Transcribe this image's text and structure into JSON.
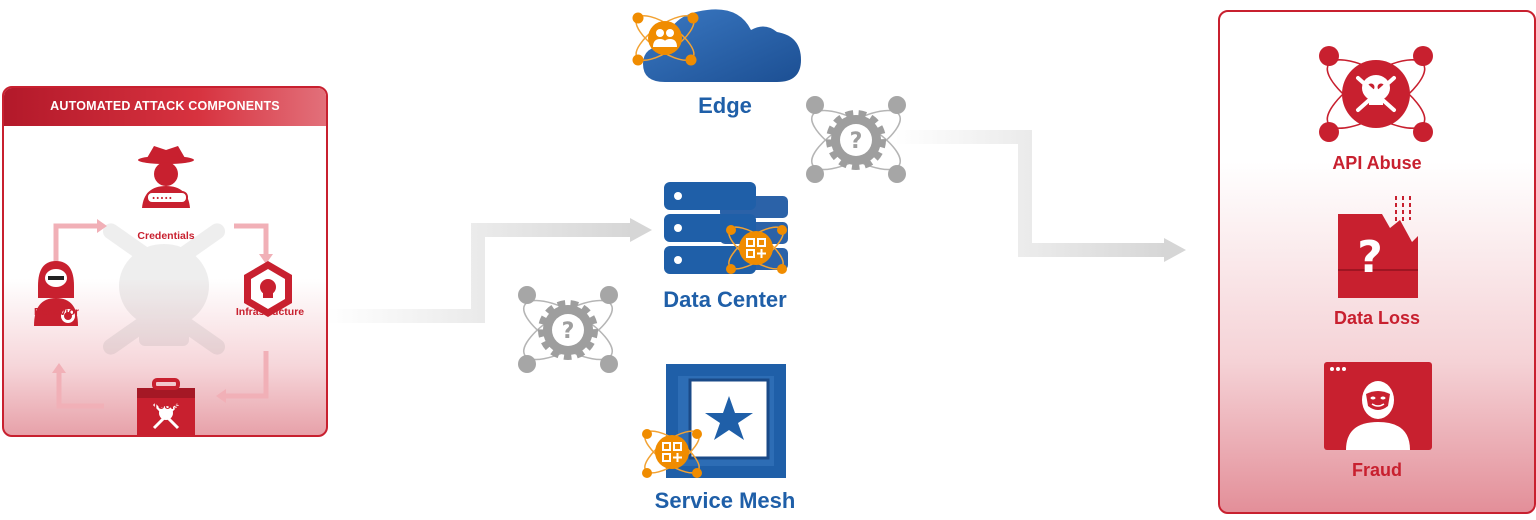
{
  "attack_components": {
    "title": "AUTOMATED ATTACK COMPONENTS",
    "nodes": {
      "credentials": "Credentials",
      "behavior": "Behavior",
      "infrastructure": "Infrastructure",
      "tools": "Tools"
    }
  },
  "deployments": {
    "edge": "Edge",
    "data_center": "Data Center",
    "service_mesh": "Service Mesh"
  },
  "outcomes": {
    "api_abuse": "API Abuse",
    "data_loss": "Data Loss",
    "fraud": "Fraud"
  },
  "colors": {
    "red": "#c8202f",
    "blue": "#1f5fa8",
    "orange": "#f08c00",
    "gray": "#a0a0a0"
  }
}
